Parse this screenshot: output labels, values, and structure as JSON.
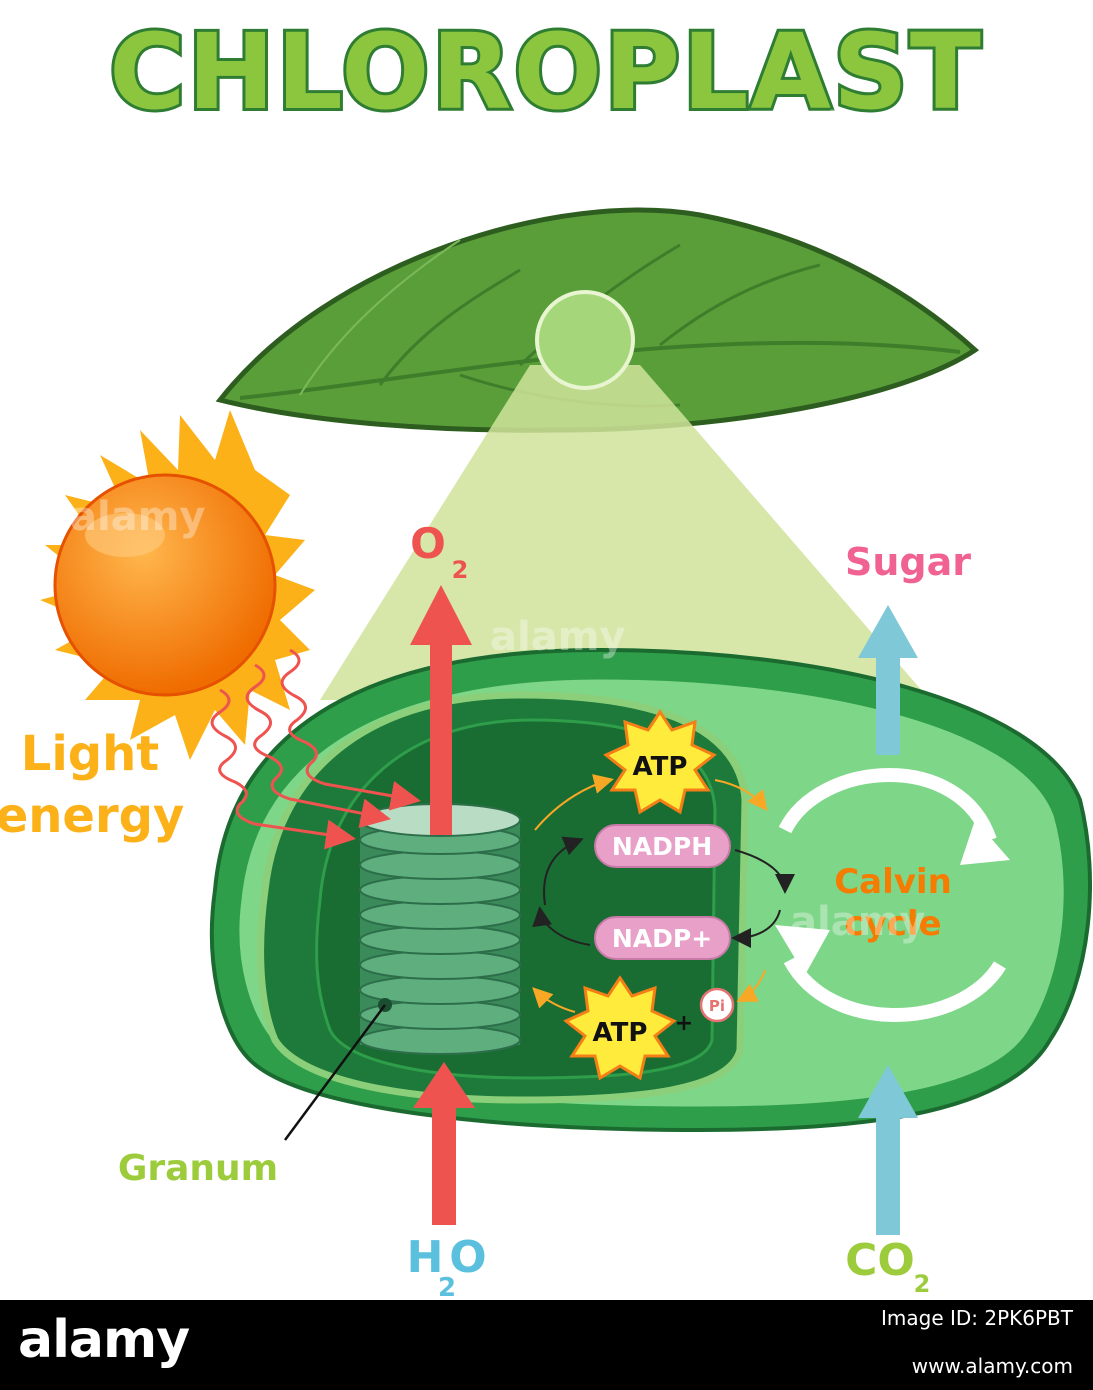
{
  "title": "CHLOROPLAST",
  "labels": {
    "o2_main": "O",
    "o2_sub": "2",
    "sugar": "Sugar",
    "light_line1": "Light",
    "light_line2": "energy",
    "atp_top": "ATP",
    "nadph": "NADPH",
    "nadp_plus": "NADP+",
    "atp_bottom": "ATP",
    "plus": "+",
    "pi": "Pi",
    "calvin_line1": "Calvin",
    "calvin_line2": "cycle",
    "granum": "Granum",
    "h2o_h": "H",
    "h2o_sub": "2",
    "h2o_o": "O",
    "co2_main": "CO",
    "co2_sub": "2"
  },
  "watermark": "alamy",
  "footer": {
    "brand": "alamy",
    "image_id": "Image ID: 2PK6PBT",
    "site": "www.alamy.com"
  },
  "colors": {
    "title_fill": "#8cc63f",
    "title_outline": "#2e7d32",
    "o2": "#ef5350",
    "sugar": "#f06292",
    "light_energy": "#fbb117",
    "calvin": "#f57c00",
    "granum_label": "#9ccc3c",
    "h2o": "#5bc0de",
    "co2": "#9ccc3c",
    "red_arrow": "#ef5350",
    "blue_arrow": "#7ec8d8",
    "atp_burst": "#ffeb3b",
    "nadph_pill": "#e8a0c8"
  }
}
